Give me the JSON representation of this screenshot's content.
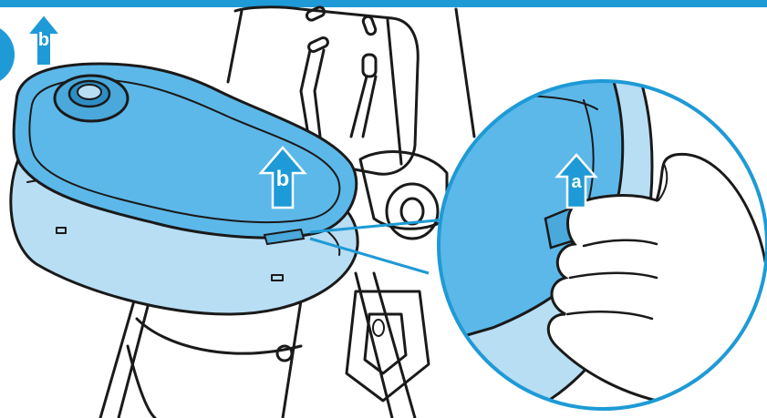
{
  "instruction": {
    "step_marker_visible": true,
    "arrows": [
      {
        "id": "corner-arrow",
        "label": "b"
      },
      {
        "id": "tray-arrow",
        "label": "b"
      },
      {
        "id": "detail-arrow",
        "label": "a"
      }
    ]
  },
  "colors": {
    "accent_blue": "#1e9ad6",
    "tray_blue": "#5cb8e8",
    "tray_light": "#b8def4",
    "outline": "#1a1a1a",
    "background": "#ffffff"
  },
  "icons": [
    "arrow-up-icon",
    "magnifier-callout"
  ]
}
